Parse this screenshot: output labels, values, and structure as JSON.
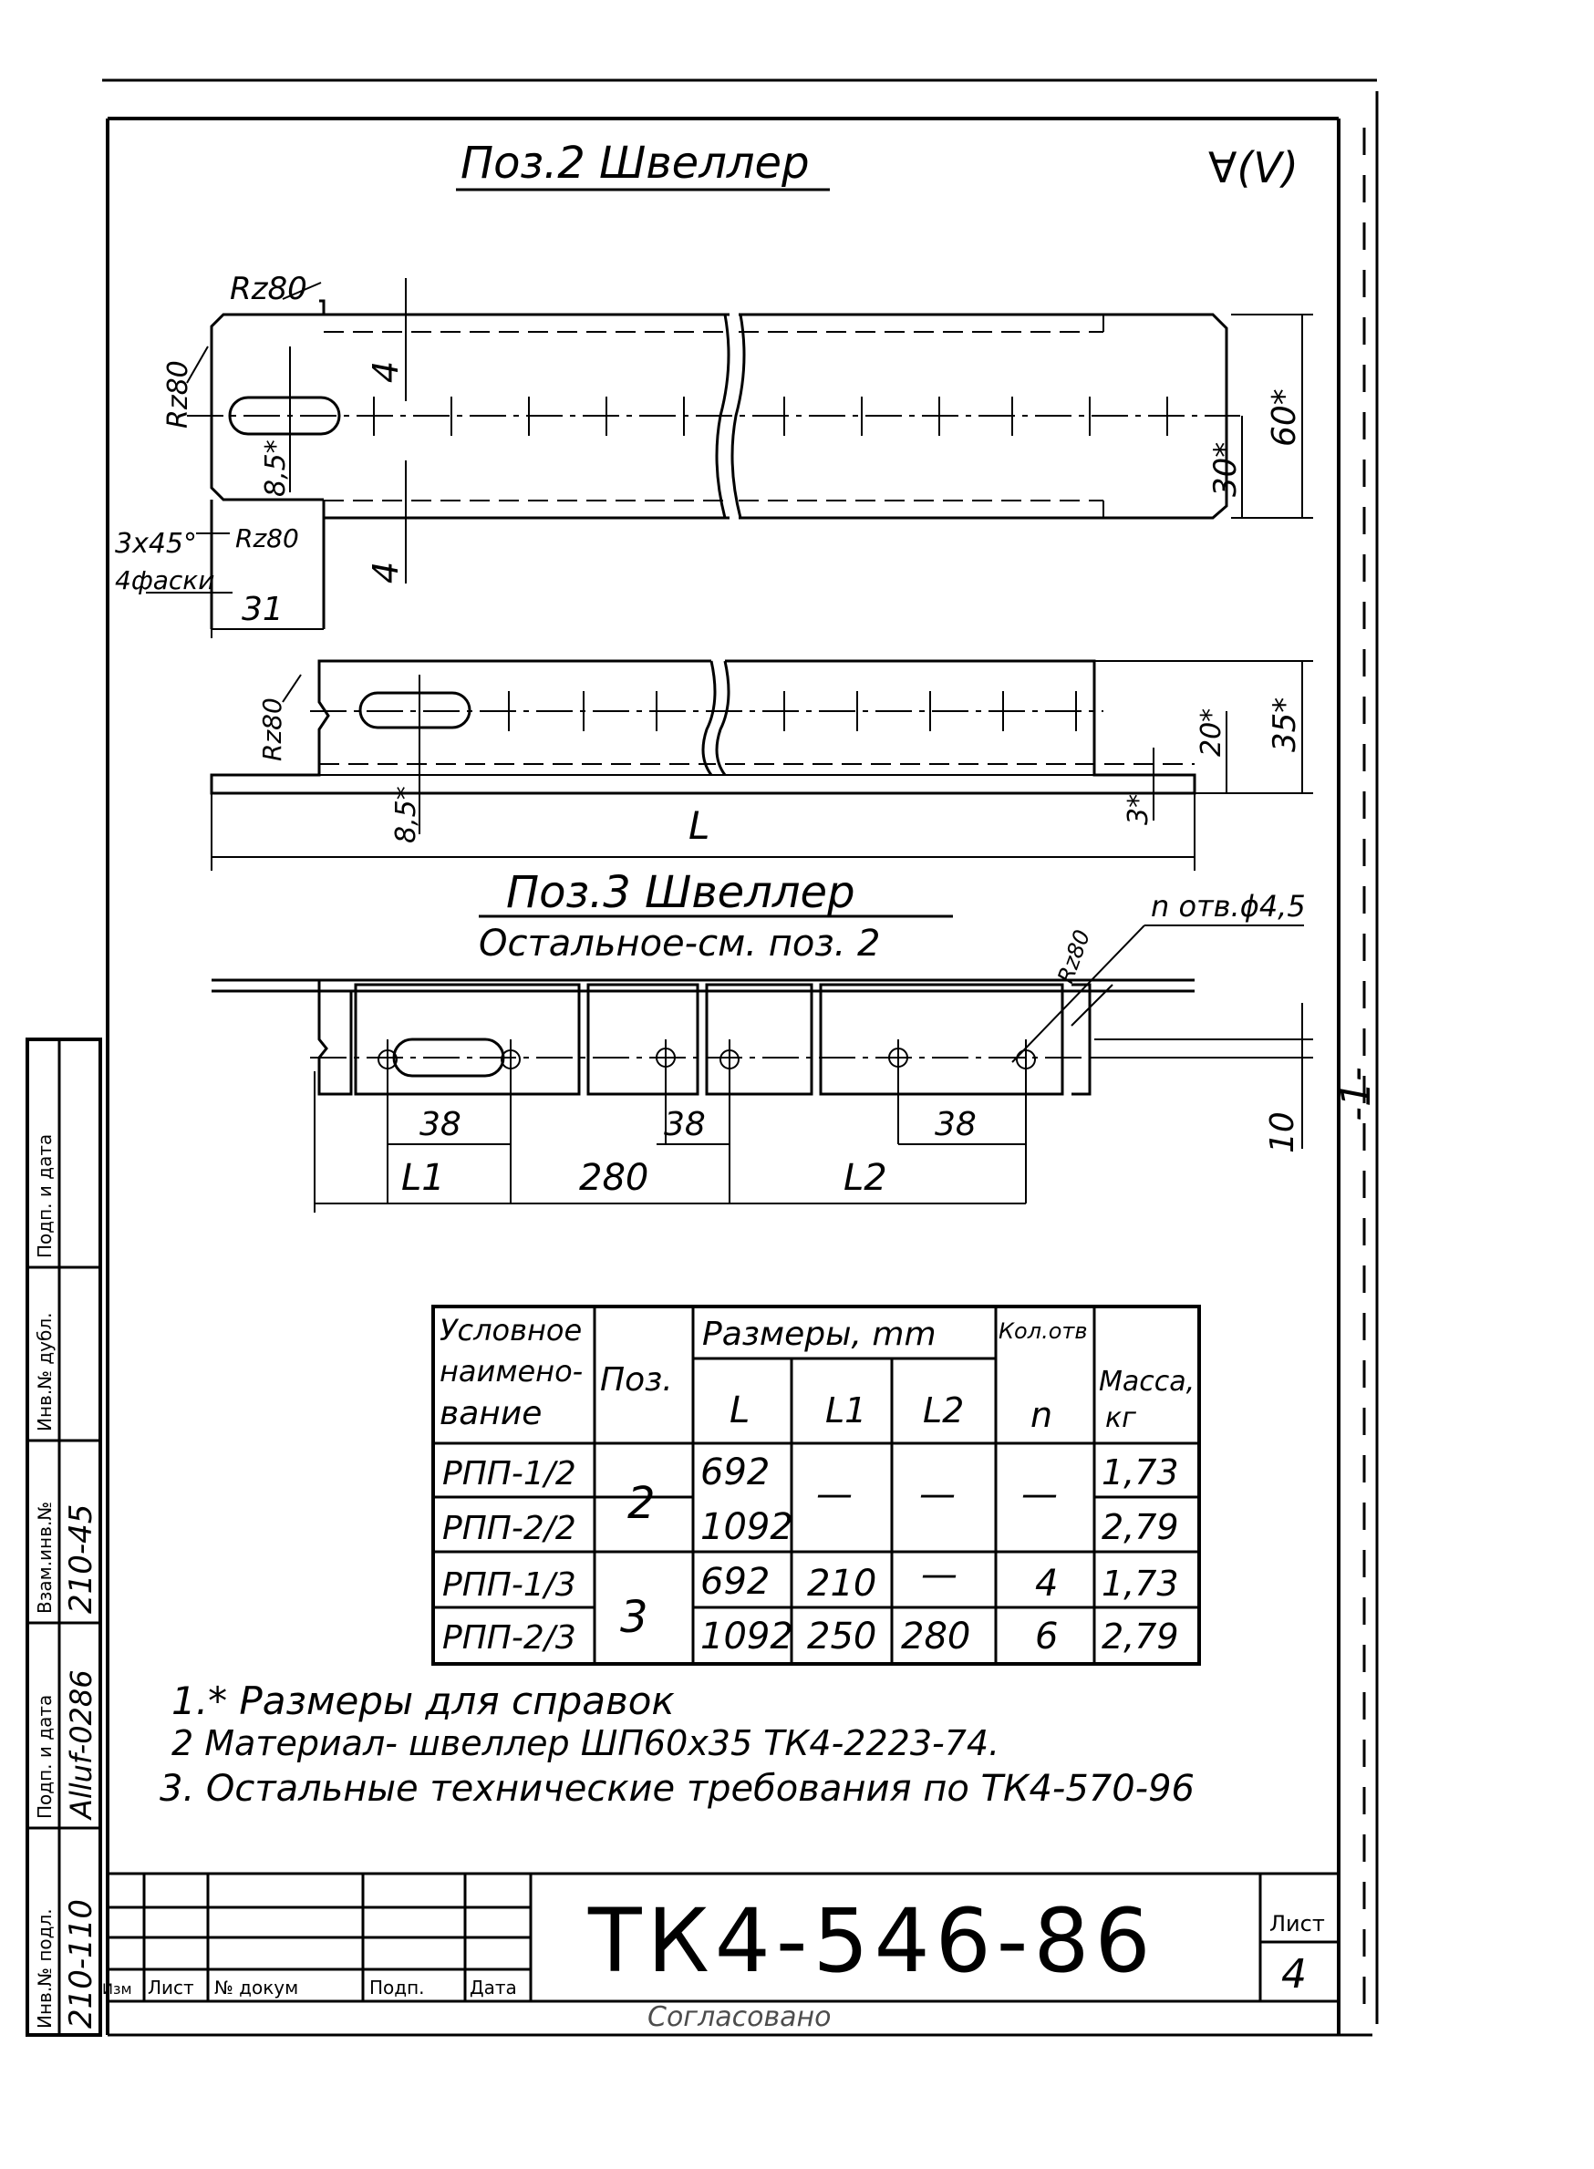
{
  "header": {
    "pos2_title": "Поз.2 Швеллер",
    "roughness": "∀(V)",
    "pos3_title": "Поз.3 Швеллер",
    "pos3_subtitle": "Остальное-см. поз. 2"
  },
  "pos2_dims": {
    "rz_top": "Rz80",
    "rz_left": "Rz80",
    "rz_bottom": "Rz80",
    "rz_side": "Rz80",
    "dim_4_top": "4",
    "dim_4_bottom": "4",
    "dim_85_a": "8,5*",
    "dim_85_b": "8,5*",
    "dim_60": "60*",
    "dim_30": "30*",
    "dim_35": "35*",
    "dim_20": "20*",
    "dim_3": "3*",
    "chamfer": "3x45°",
    "chamfer_note": "4фаски",
    "dim_31": "31",
    "length": "L"
  },
  "pos3_dims": {
    "holes_note": "n отв.ϕ4,5",
    "rz": "Rz80",
    "dim_38_a": "38",
    "dim_38_b": "38",
    "dim_38_c": "38",
    "l1": "L1",
    "span": "280",
    "l2": "L2",
    "dim_10": "10"
  },
  "table": {
    "h_name": [
      "Условное",
      "наимено-",
      "вание"
    ],
    "h_pos": "Поз.",
    "h_sizes": "Размеры, mm",
    "h_holes": "Кол.отв",
    "h_l": "L",
    "h_l1": "L1",
    "h_l2": "L2",
    "h_n": "n",
    "h_mass": [
      "Масса,",
      "кг"
    ],
    "rows": [
      {
        "name": "РПП-1/2",
        "L": "692",
        "mass": "1,73"
      },
      {
        "name": "РПП-2/2",
        "L": "1092",
        "mass": "2,79"
      },
      {
        "name": "РПП-1/3",
        "L": "692",
        "L1": "210",
        "L2": "—",
        "n": "4",
        "mass": "1,73"
      },
      {
        "name": "РПП-2/3",
        "L": "1092",
        "L1": "250",
        "L2": "280",
        "n": "6",
        "mass": "2,79"
      }
    ],
    "merged_pos_a": "2",
    "merged_pos_b": "3",
    "merged_dash_l1": "—",
    "merged_dash_l2": "—",
    "merged_dash_n": "—"
  },
  "notes": [
    "1.* Размеры для справок",
    "2 Материал- швеллер ШП60х35   ТК4-2223-74.",
    "3. Остальные технические требования по ТК4-570-96"
  ],
  "title_block": {
    "doc_number": "ТК4-546-86",
    "sheet_label": "Лист",
    "sheet_number": "4",
    "col_izm": "Изм",
    "col_list": "Лист",
    "col_doc": "№ докум",
    "col_sign": "Подп.",
    "col_date": "Дата",
    "bottom_caption": "Согласовано"
  },
  "side_stamp": {
    "label_inv_orig": "Инв.№ подл.",
    "label_sign_date_1": "Подп. и дата",
    "label_replace": "Взам.инв.№",
    "label_inv_dup": "Инв.№ дубл.",
    "label_sign_date_2": "Подп. и дата",
    "value_inv_orig": "210-110",
    "value_sign": "Alluf-0286",
    "value_replace": "210-45"
  },
  "frame_mark": "-1-"
}
